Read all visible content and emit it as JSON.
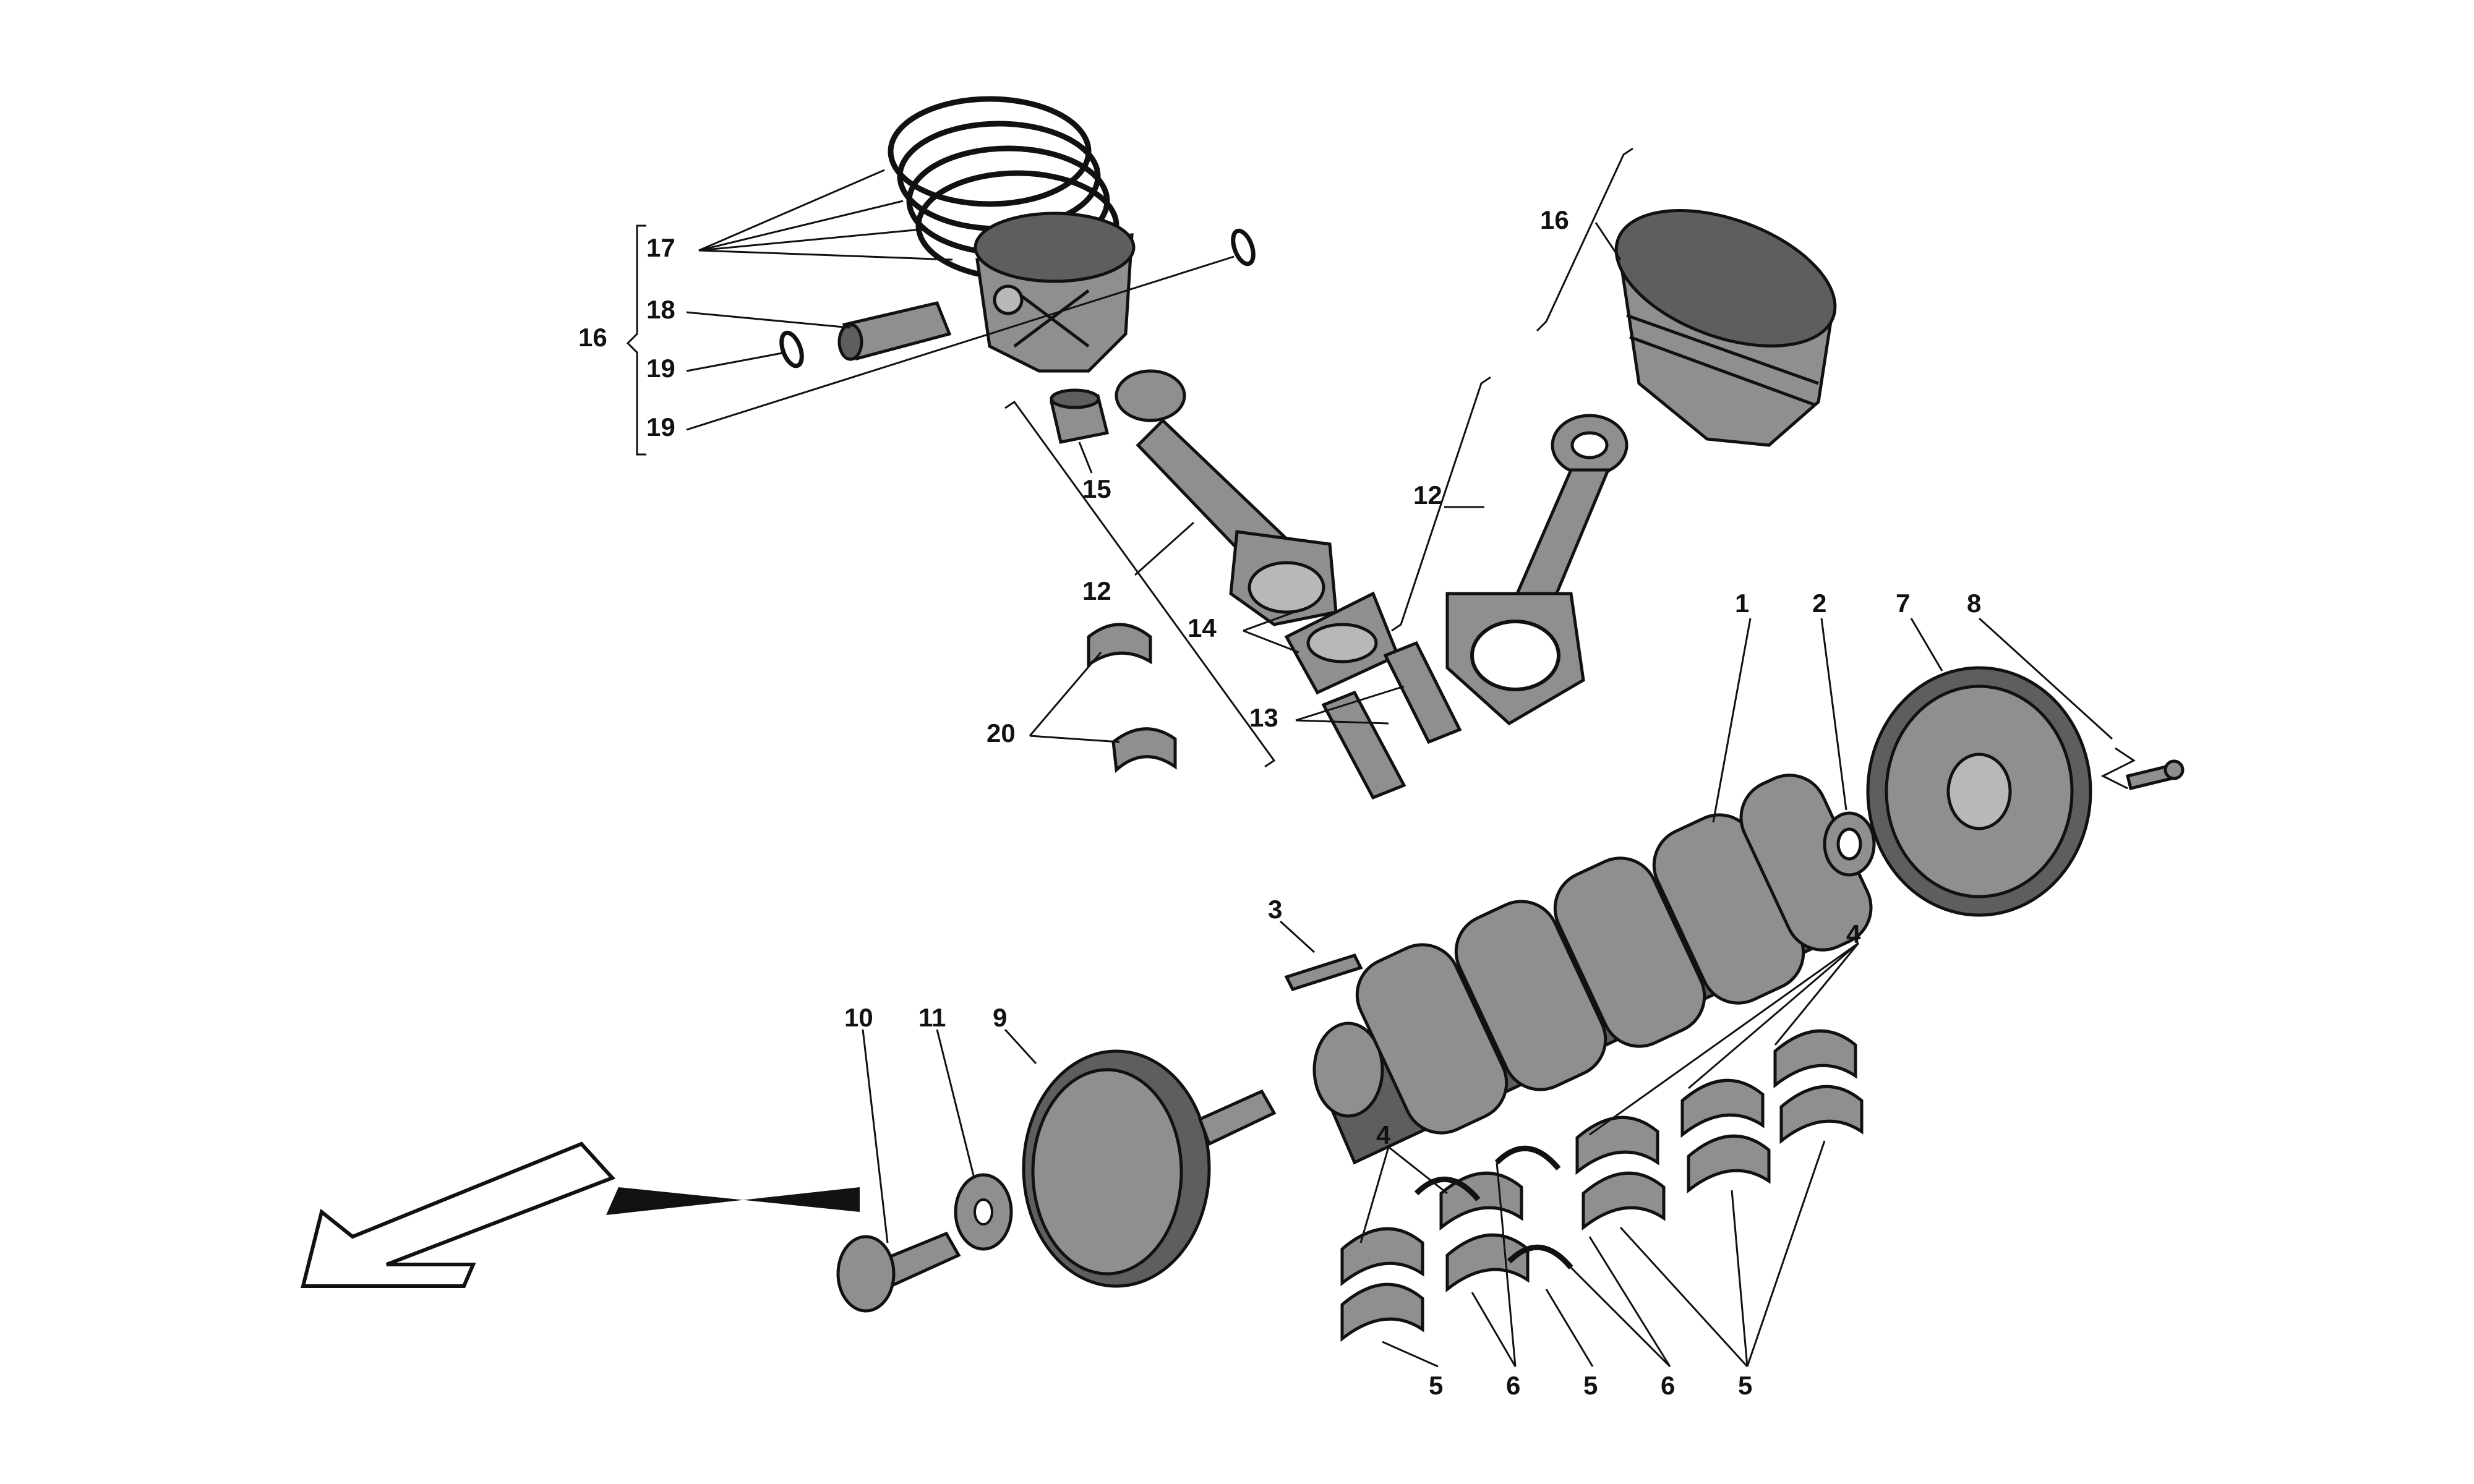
{
  "diagram": {
    "callouts": [
      {
        "id": "c1",
        "text": "1"
      },
      {
        "id": "c2",
        "text": "2"
      },
      {
        "id": "c3",
        "text": "3"
      },
      {
        "id": "c4a",
        "text": "4"
      },
      {
        "id": "c4b",
        "text": "4"
      },
      {
        "id": "c5a",
        "text": "5"
      },
      {
        "id": "c5b",
        "text": "5"
      },
      {
        "id": "c5c",
        "text": "5"
      },
      {
        "id": "c6a",
        "text": "6"
      },
      {
        "id": "c6b",
        "text": "6"
      },
      {
        "id": "c7",
        "text": "7"
      },
      {
        "id": "c8",
        "text": "8"
      },
      {
        "id": "c9",
        "text": "9"
      },
      {
        "id": "c10",
        "text": "10"
      },
      {
        "id": "c11",
        "text": "11"
      },
      {
        "id": "c12a",
        "text": "12"
      },
      {
        "id": "c12b",
        "text": "12"
      },
      {
        "id": "c13",
        "text": "13"
      },
      {
        "id": "c14",
        "text": "14"
      },
      {
        "id": "c15",
        "text": "15"
      },
      {
        "id": "c16a",
        "text": "16"
      },
      {
        "id": "c16b",
        "text": "16"
      },
      {
        "id": "c17",
        "text": "17"
      },
      {
        "id": "c18",
        "text": "18"
      },
      {
        "id": "c19a",
        "text": "19"
      },
      {
        "id": "c19b",
        "text": "19"
      },
      {
        "id": "c20",
        "text": "20"
      }
    ]
  }
}
